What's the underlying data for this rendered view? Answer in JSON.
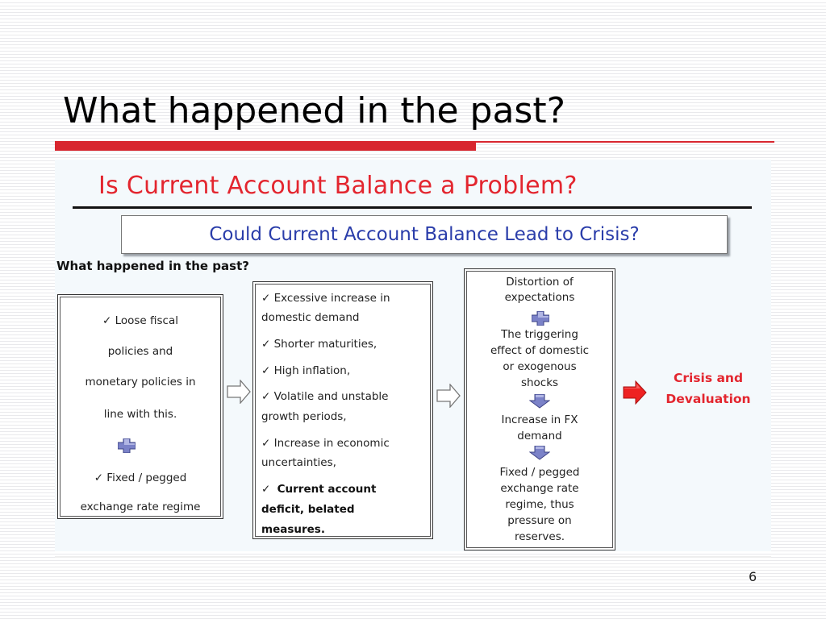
{
  "slide": {
    "title": "What happened in the past?",
    "page_number": "6"
  },
  "diagram": {
    "heading": "Is Current Account Balance a Problem?",
    "subheading": "Could Current Account Balance Lead to Crisis?",
    "section_label": "What happened in the past?",
    "box1": {
      "lines": [
        "✓ Loose fiscal",
        "policies and",
        "monetary policies in",
        "line with this.",
        "✓ Fixed / pegged",
        "exchange rate regime"
      ]
    },
    "box2": {
      "lines": [
        "✓ Excessive increase in",
        "domestic demand",
        "✓ Shorter maturities,",
        "✓ High inflation,",
        "✓ Volatile and unstable",
        "growth periods,",
        "✓ Increase in economic",
        "uncertainties,",
        "✓",
        "Current account",
        "deficit, belated",
        "measures."
      ]
    },
    "box3": {
      "lines": [
        "Distortion of",
        "expectations",
        "The triggering",
        "effect of domestic",
        "or exogenous",
        "shocks",
        "Increase in FX",
        "demand",
        "Fixed / pegged",
        "exchange rate",
        "regime, thus",
        "pressure on",
        "reserves."
      ]
    },
    "result": {
      "line1": "Crisis and",
      "line2": "Devaluation"
    },
    "icons": {
      "plus": "plus-icon",
      "down_arrow": "down-arrow-icon",
      "hollow_arrow": "hollow-arrow-icon",
      "red_arrow": "red-arrow-icon"
    },
    "colors": {
      "heading_red": "#e3262f",
      "subheading_blue": "#2a3daa",
      "title_rule_red": "#d8262f",
      "icon_purple": "#7b82c8"
    }
  }
}
